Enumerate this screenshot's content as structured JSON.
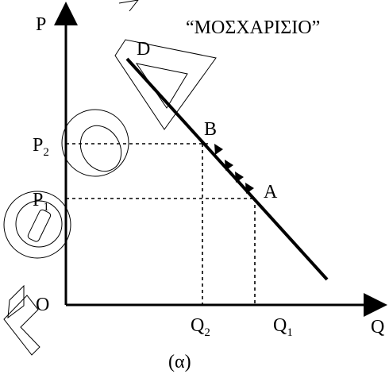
{
  "title": "“ΜΟΣΧΑΡΙΣΙΟ”",
  "caption": "(α)",
  "axes": {
    "y_label": "P",
    "x_label": "Q",
    "origin_label": "O"
  },
  "price_labels": [
    {
      "base": "P",
      "sub": "2"
    },
    {
      "base": "P",
      "sub": "1"
    }
  ],
  "quantity_labels": [
    {
      "base": "Q",
      "sub": "2"
    },
    {
      "base": "Q",
      "sub": "1"
    }
  ],
  "points": {
    "D": "D",
    "B": "B",
    "A": "A"
  },
  "colors": {
    "ink": "#000000",
    "watermark": "#000000"
  }
}
